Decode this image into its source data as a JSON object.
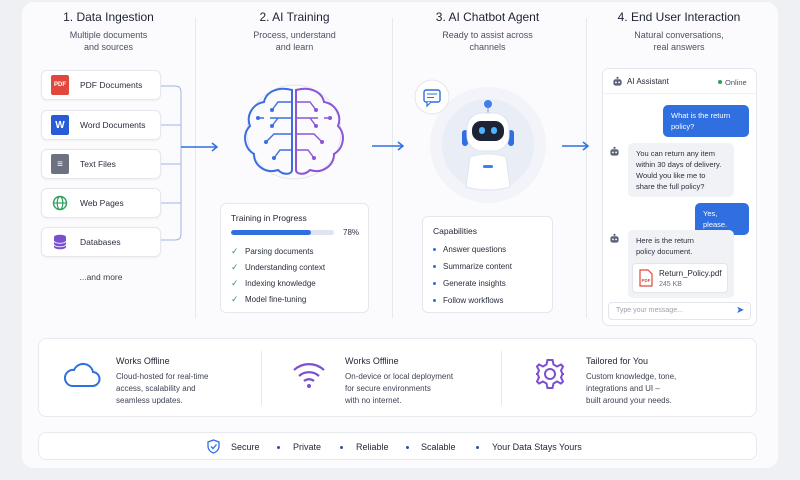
{
  "columns": [
    {
      "title": "1. Data Ingestion",
      "subtitle": [
        "Multiple documents",
        "and sources"
      ]
    },
    {
      "title": "2. AI Training",
      "subtitle": [
        "Process, understand",
        "and learn"
      ]
    },
    {
      "title": "3. AI Chatbot Agent",
      "subtitle": [
        "Ready to assist across",
        "channels"
      ]
    },
    {
      "title": "4. End User Interaction",
      "subtitle": [
        "Natural conversations,",
        "real answers"
      ]
    }
  ],
  "sources": [
    {
      "label": "PDF Documents",
      "icon": "pdf-icon",
      "color": "#e0473d",
      "glyph": "PDF"
    },
    {
      "label": "Word Documents",
      "icon": "word-icon",
      "color": "#2a5bd7",
      "glyph": "W"
    },
    {
      "label": "Text Files",
      "icon": "text-file-icon",
      "color": "#6d7280",
      "glyph": "≡"
    },
    {
      "label": "Web Pages",
      "icon": "globe-icon",
      "color": "#2aa15a",
      "glyph": ""
    },
    {
      "label": "Databases",
      "icon": "database-icon",
      "color": "#7b4fd0",
      "glyph": ""
    }
  ],
  "more_label": "...and more",
  "training": {
    "title": "Training in Progress",
    "progress": 0.78,
    "progress_label": "78%",
    "steps": [
      "Parsing documents",
      "Understanding context",
      "Indexing knowledge",
      "Model fine-tuning"
    ]
  },
  "capabilities": {
    "title": "Capabilities",
    "items": [
      "Answer questions",
      "Summarize content",
      "Generate insights",
      "Follow workflows"
    ]
  },
  "chat": {
    "assistant_name": "AI Assistant",
    "status": "Online",
    "messages": [
      {
        "from": "user",
        "text": "What is the return policy?"
      },
      {
        "from": "bot",
        "text": "You can return any item within 30 days of delivery. Would you like me to share the full policy?"
      },
      {
        "from": "user",
        "text": "Yes, please."
      },
      {
        "from": "bot",
        "text": "Here is the return policy document."
      }
    ],
    "file": {
      "name": "Return_Policy.pdf",
      "size": "245 KB",
      "icon": "pdf-icon"
    },
    "input_placeholder": "Type your message..."
  },
  "features": [
    {
      "title": "Works Offline",
      "desc": [
        "Cloud-hosted for real-time",
        "access, scalability and",
        "seamless updates."
      ],
      "icon": "cloud-icon"
    },
    {
      "title": "Works Offline",
      "desc": [
        "On-device or local deployment",
        "for secure environments",
        "with no internet."
      ],
      "icon": "wifi-icon"
    },
    {
      "title": "Tailored for You",
      "desc": [
        "Custom knowledge, tone,",
        "integrations and UI –",
        "built around your needs."
      ],
      "icon": "gear-icon"
    }
  ],
  "footer": [
    "Secure",
    "Private",
    "Reliable",
    "Scalable",
    "Your Data Stays Yours"
  ],
  "colors": {
    "accent": "#2f6fe0",
    "brain_left": "#3b6fe0",
    "brain_right": "#8a55d6",
    "success": "#2aa15a"
  }
}
